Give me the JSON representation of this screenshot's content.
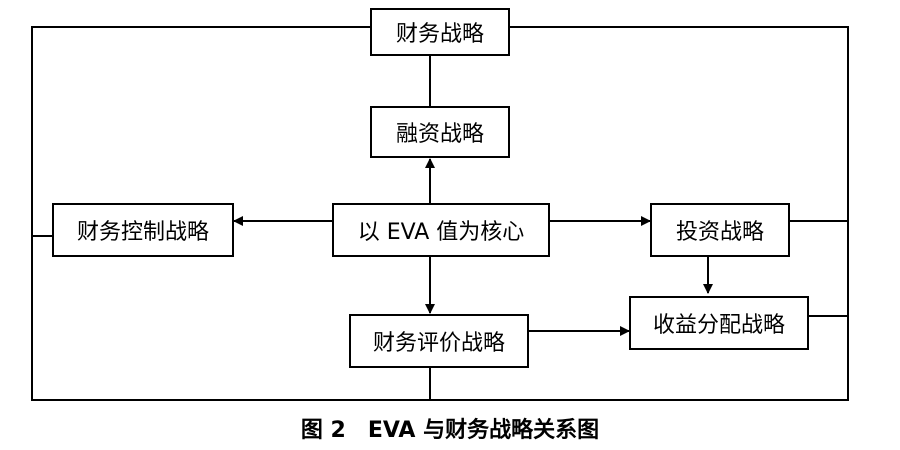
{
  "diagram": {
    "nodes": {
      "financial_strategy": "财务战略",
      "financing_strategy": "融资战略",
      "eva_core": "以 EVA 值为核心",
      "financial_control_strategy": "财务控制战略",
      "investment_strategy": "投资战略",
      "financial_evaluation_strategy": "财务评价战略",
      "income_distribution_strategy": "收益分配战略"
    },
    "edges": [
      {
        "from": "eva_core",
        "to": "financing_strategy",
        "arrow": true
      },
      {
        "from": "eva_core",
        "to": "financial_control_strategy",
        "arrow": true
      },
      {
        "from": "eva_core",
        "to": "investment_strategy",
        "arrow": true
      },
      {
        "from": "eva_core",
        "to": "financial_evaluation_strategy",
        "arrow": true
      },
      {
        "from": "investment_strategy",
        "to": "income_distribution_strategy",
        "arrow": true
      },
      {
        "from": "financial_evaluation_strategy",
        "to": "income_distribution_strategy",
        "arrow": true
      },
      {
        "from": "financial_strategy",
        "to": "financing_strategy",
        "arrow": false
      }
    ],
    "line_color": "#000000"
  },
  "caption": "图 2　EVA 与财务战略关系图"
}
